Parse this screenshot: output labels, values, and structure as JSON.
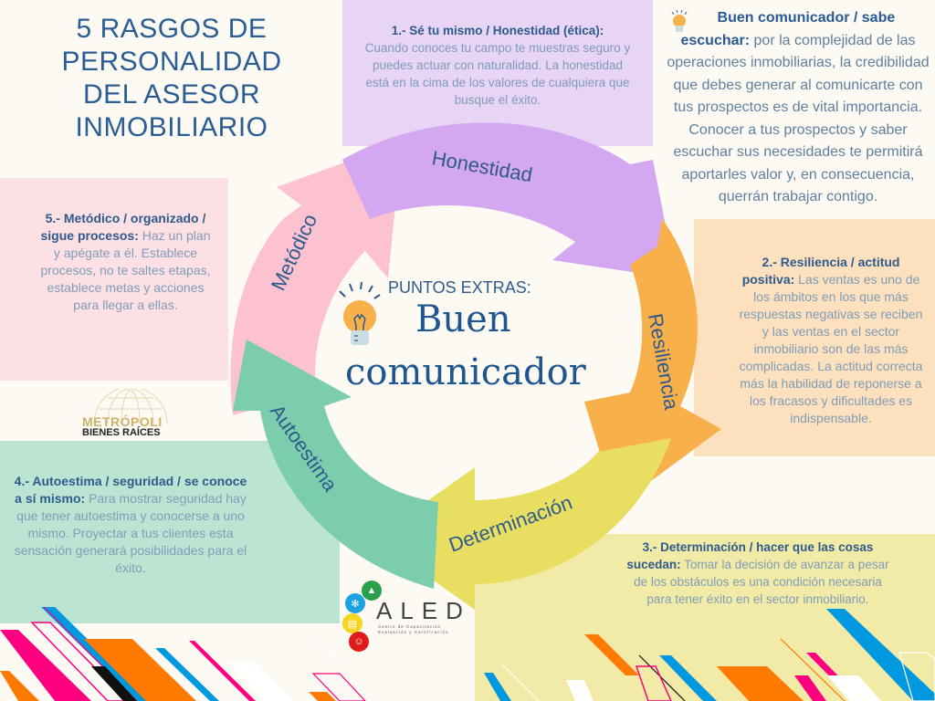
{
  "title": {
    "lines": [
      "5 RASGOS DE",
      "PERSONALIDAD",
      "DEL ASESOR",
      "INMOBILIARIO"
    ]
  },
  "traits": [
    {
      "number": "1",
      "label": "Honestidad",
      "heading": "1.- Sé tu mismo / Honestidad (ética):",
      "body": "Cuando conoces tu campo te muestras seguro y puedes actuar con naturalidad. La honestidad está en la cima de los valores de cualquiera que busque el éxito.",
      "color": "#d4a8f0",
      "panel_color": "#e8d4f4"
    },
    {
      "number": "2",
      "label": "Resiliencia",
      "heading": "2.- Resiliencia / actitud positiva:",
      "body": "Las ventas es uno de los ámbitos en los que más respuestas negativas se reciben y las ventas en el sector inmobiliario son de las más complicadas. La actitud correcta más la habilidad de reponerse a los fracasos y dificultades es indispensable.",
      "color": "#f8b04a",
      "panel_color": "#fde0bd"
    },
    {
      "number": "3",
      "label": "Determinación",
      "heading": "3.- Determinación / hacer que las cosas sucedan:",
      "body": "Tomar la decisión de avanzar a pesar de los obstáculos es una condición necesaria para tener éxito en el sector inmobiliario.",
      "color": "#e8df62",
      "panel_color": "#f2eba7"
    },
    {
      "number": "4",
      "label": "Autoestima",
      "heading": "4.- Autoestima / seguridad / se conoce a sí mismo:",
      "body": "Para mostrar seguridad hay que tener autoestima y conocerse a uno mismo. Proyectar a tus clientes esta sensación generará posibilidades para el éxito.",
      "color": "#7ccdad",
      "panel_color": "#bce4d3"
    },
    {
      "number": "5",
      "label": "Metódico",
      "heading": "5.- Metódico / organizado / sigue procesos:",
      "body": "Haz un plan y apégate a él. Establece procesos, no te saltes etapas, establece metas y acciones para llegar a ellas.",
      "color": "#fcc2cf",
      "panel_color": "#fde0e4"
    }
  ],
  "extra": {
    "kicker": "PUNTOS EXTRAS:",
    "title_line1": "Buen",
    "title_line2": "comunicador",
    "heading": "Buen comunicador / sabe escuchar:",
    "body": "por la complejidad de las operaciones inmobiliarias, la credibilidad que debes generar al comunicarte con tus prospectos es de vital importancia. Conocer a tus prospectos y saber escuchar sus necesidades te permitirá aportarles valor y, en consecuencia, querrán trabajar contigo.",
    "icon": "lightbulb-icon"
  },
  "logos": {
    "metropoli": {
      "line1": "METRÓPOLI",
      "line2": "BIENES RAÍCES",
      "icon": "globe-icon"
    },
    "aled": {
      "word": "ALED",
      "subtitle": "Centro de Capacitación Evaluación y Certificación"
    }
  },
  "colors": {
    "text_dark": "#2f5a8c",
    "text_light": "#7f9cb8",
    "background": "#fdfaf3"
  }
}
